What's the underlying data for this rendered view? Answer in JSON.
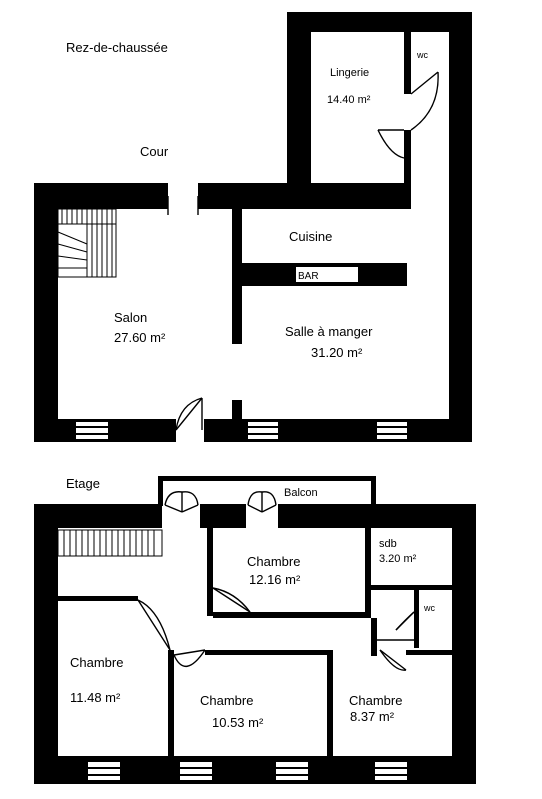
{
  "floors": {
    "ground": {
      "title": "Rez-de-chaussée",
      "outdoor_label": "Cour",
      "rooms": {
        "lingerie": {
          "name": "Lingerie",
          "area": "14.40 m²"
        },
        "wc": {
          "name": "wc"
        },
        "cuisine": {
          "name": "Cuisine"
        },
        "bar": {
          "name": "BAR"
        },
        "salon": {
          "name": "Salon",
          "area": "27.60 m²"
        },
        "salle_a_manger": {
          "name": "Salle à manger",
          "area": "31.20 m²"
        }
      }
    },
    "upper": {
      "title": "Etage",
      "rooms": {
        "balcon": {
          "name": "Balcon"
        },
        "chambre_1": {
          "name": "Chambre",
          "area": "12.16 m²"
        },
        "sdb": {
          "name": "sdb",
          "area": "3.20 m²"
        },
        "wc": {
          "name": "wc"
        },
        "chambre_2": {
          "name": "Chambre",
          "area": "11.48 m²"
        },
        "chambre_3": {
          "name": "Chambre",
          "area": "10.53 m²"
        },
        "chambre_4": {
          "name": "Chambre",
          "area": "8.37 m²"
        }
      }
    }
  },
  "colors": {
    "wall": "#000000",
    "background": "#ffffff"
  }
}
